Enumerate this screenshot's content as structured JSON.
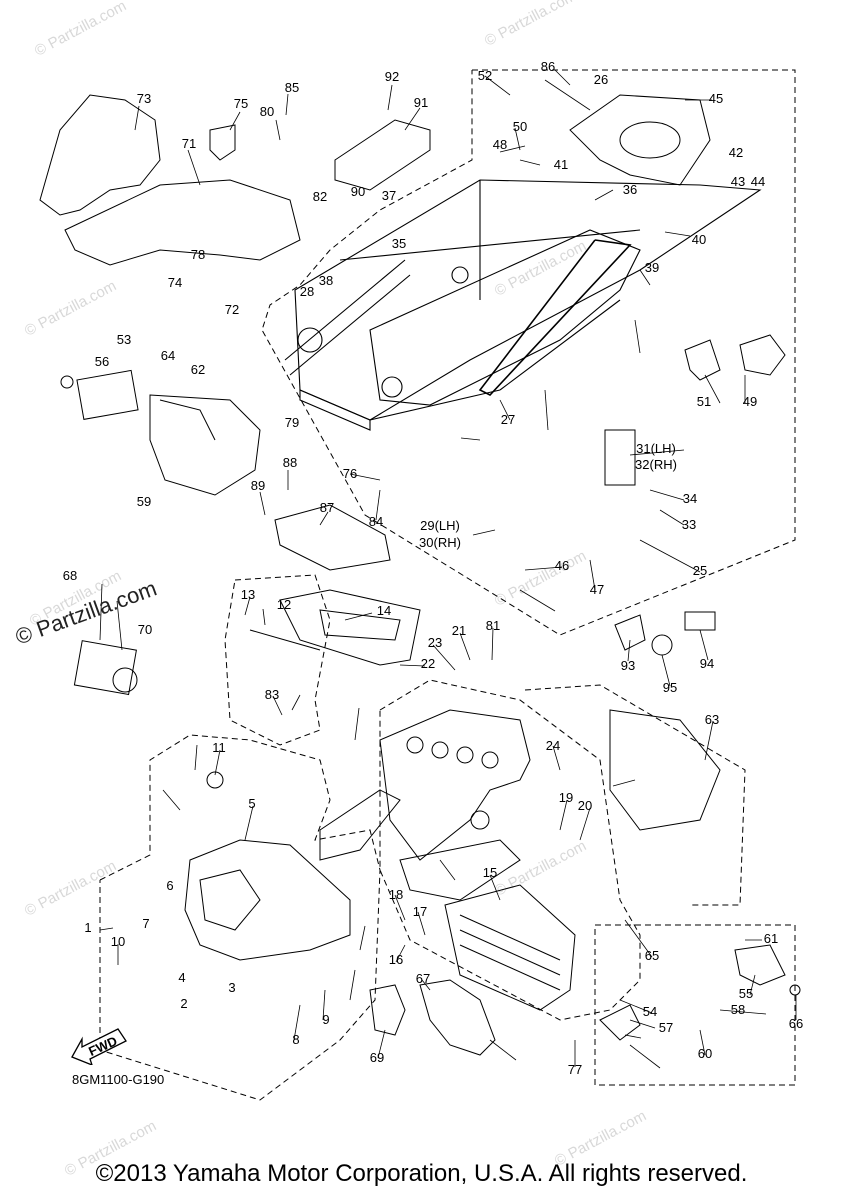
{
  "watermarks": [
    "© Partzilla.com"
  ],
  "watermark_main": "© Partzilla.com",
  "drawing_code": "8GM1100-G190",
  "fwd_label": "FWD",
  "copyright": "©2013 Yamaha Motor Corporation, U.S.A. All rights reserved.",
  "callouts": [
    "1",
    "2",
    "3",
    "4",
    "5",
    "6",
    "7",
    "8",
    "9",
    "10",
    "11",
    "12",
    "13",
    "14",
    "15",
    "16",
    "17",
    "18",
    "19",
    "20",
    "21",
    "22",
    "23",
    "24",
    "25",
    "26",
    "27",
    "28",
    "29(LH)",
    "30(RH)",
    "31(LH)",
    "32(RH)",
    "33",
    "34",
    "35",
    "36",
    "37",
    "38",
    "39",
    "40",
    "41",
    "42",
    "43",
    "44",
    "45",
    "46",
    "47",
    "48",
    "49",
    "50",
    "51",
    "52",
    "53",
    "54",
    "55",
    "56",
    "57",
    "58",
    "59",
    "60",
    "61",
    "62",
    "63",
    "64",
    "65",
    "66",
    "67",
    "68",
    "69",
    "70",
    "71",
    "72",
    "73",
    "74",
    "75",
    "76",
    "77",
    "78",
    "79",
    "80",
    "81",
    "82",
    "83",
    "84",
    "85",
    "86",
    "87",
    "88",
    "89",
    "90",
    "91",
    "92",
    "93",
    "94",
    "95"
  ]
}
